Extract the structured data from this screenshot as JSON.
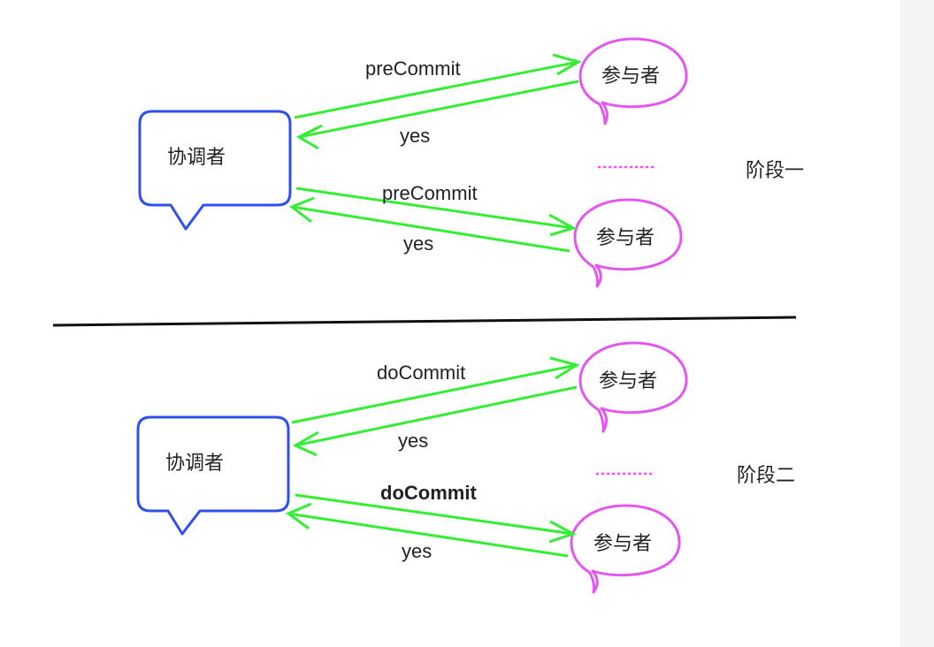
{
  "colors": {
    "coordinator_stroke": "#2f50ef",
    "participant_stroke": "#e357ee",
    "arrow": "#33ee33",
    "separator": "#111111",
    "ellipsis": "#ee55ee"
  },
  "phase_one": {
    "label": "阶段一",
    "coordinator": {
      "label": "协调者"
    },
    "participant_top": {
      "label": "参与者"
    },
    "participant_bottom": {
      "label": "参与者"
    },
    "msg_top_request": "preCommit",
    "msg_top_reply": "yes",
    "msg_bottom_request": "preCommit",
    "msg_bottom_reply": "yes"
  },
  "phase_two": {
    "label": "阶段二",
    "coordinator": {
      "label": "协调者"
    },
    "participant_top": {
      "label": "参与者"
    },
    "participant_bottom": {
      "label": "参与者"
    },
    "msg_top_request": "doCommit",
    "msg_top_reply": "yes",
    "msg_bottom_request": "doCommit",
    "msg_bottom_reply": "yes"
  }
}
